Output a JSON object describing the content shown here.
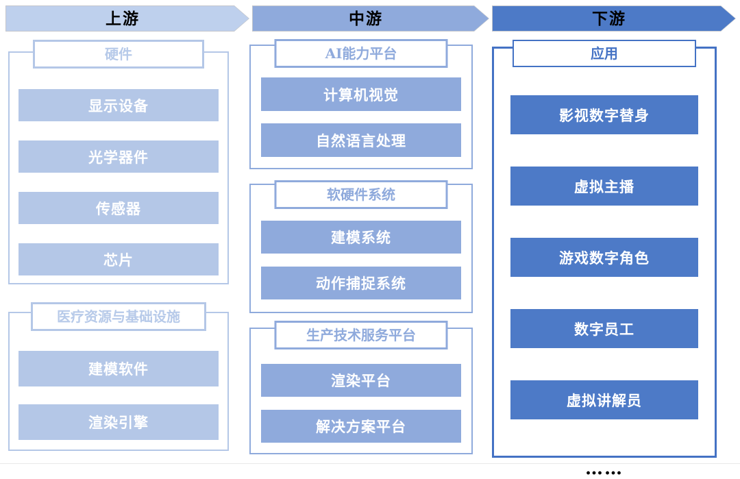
{
  "diagram": {
    "description": "digital-human industry chain diagram",
    "stages": [
      {
        "label": "上游",
        "color": "#bed0ed"
      },
      {
        "label": "中游",
        "color": "#8faadc"
      },
      {
        "label": "下游",
        "color": "#4d7ac7"
      }
    ],
    "colors": {
      "upstream_fill": "#b4c7e7",
      "upstream_border": "#b4c7e7",
      "midstream_fill": "#8faadc",
      "midstream_border": "#8faadc",
      "downstream_fill": "#4d7ac7",
      "downstream_border": "#4472c4",
      "item_text": "#ffffff",
      "stage_text": "#000000"
    },
    "columns": {
      "upstream": {
        "groups": [
          {
            "title": "硬件",
            "items": [
              "显示设备",
              "光学器件",
              "传感器",
              "芯片"
            ]
          },
          {
            "title": "医疗资源与基础设施",
            "items": [
              "建模软件",
              "渲染引擎"
            ]
          }
        ]
      },
      "midstream": {
        "groups": [
          {
            "title": "AI能力平台",
            "items": [
              "计算机视觉",
              "自然语言处理"
            ]
          },
          {
            "title": "软硬件系统",
            "items": [
              "建模系统",
              "动作捕捉系统"
            ]
          },
          {
            "title": "生产技术服务平台",
            "items": [
              "渲染平台",
              "解决方案平台"
            ]
          }
        ]
      },
      "downstream": {
        "groups": [
          {
            "title": "应用",
            "items": [
              "影视数字替身",
              "虚拟主播",
              "游戏数字角色",
              "数字员工",
              "虚拟讲解员"
            ],
            "more_label": "……"
          }
        ]
      }
    }
  }
}
